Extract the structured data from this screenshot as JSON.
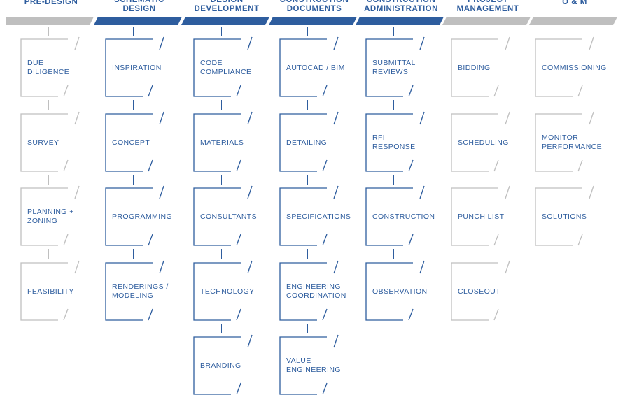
{
  "colors": {
    "active": "#2e5d9e",
    "inactive": "#bfbfbf",
    "active_text": "#2e5d9e",
    "inactive_text": "#2e5d9e"
  },
  "phases": [
    {
      "id": "pre-design",
      "title": [
        "PRE-DESIGN"
      ],
      "active": false,
      "items": [
        [
          "DUE DILIGENCE"
        ],
        [
          "SURVEY"
        ],
        [
          "PLANNING +",
          "ZONING"
        ],
        [
          "FEASIBILITY"
        ]
      ]
    },
    {
      "id": "schematic-design",
      "title": [
        "SCHEMATIC",
        "DESIGN"
      ],
      "active": true,
      "items": [
        [
          "INSPIRATION"
        ],
        [
          "CONCEPT"
        ],
        [
          "PROGRAMMING"
        ],
        [
          "RENDERINGS /",
          "MODELING"
        ]
      ]
    },
    {
      "id": "design-development",
      "title": [
        "DESIGN",
        "DEVELOPMENT"
      ],
      "active": true,
      "items": [
        [
          "CODE",
          "COMPLIANCE"
        ],
        [
          "MATERIALS"
        ],
        [
          "CONSULTANTS"
        ],
        [
          "TECHNOLOGY"
        ],
        [
          "BRANDING"
        ]
      ]
    },
    {
      "id": "construction-documents",
      "title": [
        "CONSTRUCTION",
        "DOCUMENTS"
      ],
      "active": true,
      "items": [
        [
          "AUTOCAD / BIM"
        ],
        [
          "DETAILING"
        ],
        [
          "SPECIFICATIONS"
        ],
        [
          "ENGINEERING",
          "COORDINATION"
        ],
        [
          "VALUE",
          "ENGINEERING"
        ]
      ]
    },
    {
      "id": "construction-administration",
      "title": [
        "CONSTRUCTION",
        "ADMINISTRATION"
      ],
      "active": true,
      "items": [
        [
          "SUBMITTAL",
          "REVIEWS"
        ],
        [
          "RFI",
          "RESPONSE"
        ],
        [
          "CONSTRUCTION"
        ],
        [
          "OBSERVATION"
        ]
      ]
    },
    {
      "id": "project-management",
      "title": [
        "PROJECT",
        "MANAGEMENT"
      ],
      "active": false,
      "items": [
        [
          "BIDDING"
        ],
        [
          "SCHEDULING"
        ],
        [
          "PUNCH LIST"
        ],
        [
          "CLOSEOUT"
        ]
      ]
    },
    {
      "id": "o-and-m",
      "title": [
        "O & M"
      ],
      "active": false,
      "items": [
        [
          "COMMISSIONING"
        ],
        [
          "MONITOR",
          "PERFORMANCE"
        ],
        [
          "SOLUTIONS"
        ]
      ]
    }
  ]
}
